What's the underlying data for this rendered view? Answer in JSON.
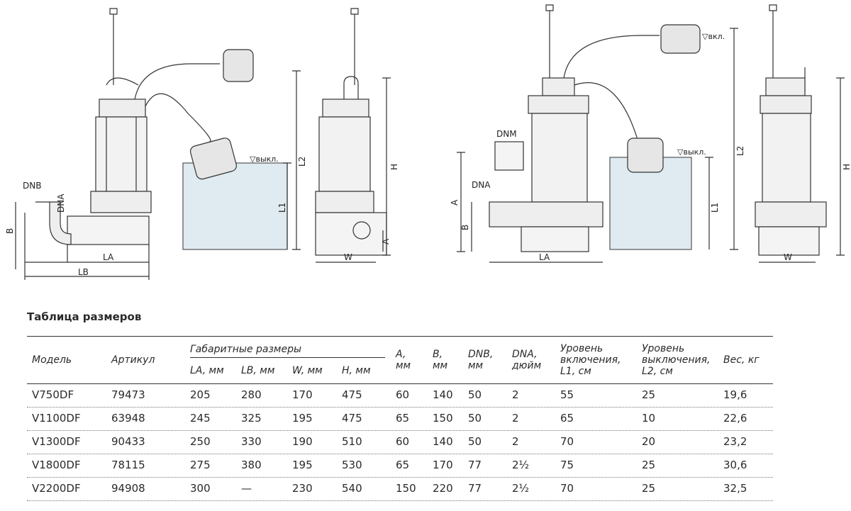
{
  "drawings": {
    "left": {
      "dnb": "DNB",
      "dna": "DNA",
      "b": "B",
      "la": "LA",
      "lb": "LB",
      "l2": "L2",
      "l1": "L1",
      "off": "▽выкл.",
      "h": "H",
      "w": "W",
      "a": "A"
    },
    "right": {
      "dnm": "DNM",
      "dna": "DNA",
      "a": "A",
      "b": "B",
      "la": "LA",
      "on": "▽вкл.",
      "off": "▽выкл.",
      "l2": "L2",
      "l1": "L1",
      "h": "H",
      "w": "W"
    },
    "water_color": "#dfeaf1"
  },
  "table": {
    "title": "Таблица размеров",
    "headers": {
      "model": "Модель",
      "article": "Артикул",
      "group": "Габаритные размеры",
      "la": "LA, мм",
      "lb": "LB, мм",
      "w": "W, мм",
      "h": "H, мм",
      "a": [
        "A,",
        "мм"
      ],
      "b": [
        "B,",
        "мм"
      ],
      "dnb": [
        "DNB,",
        "мм"
      ],
      "dna": [
        "DNA,",
        "дюйм"
      ],
      "l1": [
        "Уровень",
        "включения,",
        "L1, см"
      ],
      "l2": [
        "Уровень",
        "выключения,",
        "L2, см"
      ],
      "weight": "Вес, кг"
    },
    "rows": [
      [
        "V750DF",
        "79473",
        "205",
        "280",
        "170",
        "475",
        "60",
        "140",
        "50",
        "2",
        "55",
        "25",
        "19,6"
      ],
      [
        "V1100DF",
        "63948",
        "245",
        "325",
        "195",
        "475",
        "65",
        "150",
        "50",
        "2",
        "65",
        "10",
        "22,6"
      ],
      [
        "V1300DF",
        "90433",
        "250",
        "330",
        "190",
        "510",
        "60",
        "140",
        "50",
        "2",
        "70",
        "20",
        "23,2"
      ],
      [
        "V1800DF",
        "78115",
        "275",
        "380",
        "195",
        "530",
        "65",
        "170",
        "77",
        "2½",
        "75",
        "25",
        "30,6"
      ],
      [
        "V2200DF",
        "94908",
        "300",
        "—",
        "230",
        "540",
        "150",
        "220",
        "77",
        "2½",
        "70",
        "25",
        "32,5"
      ]
    ]
  }
}
